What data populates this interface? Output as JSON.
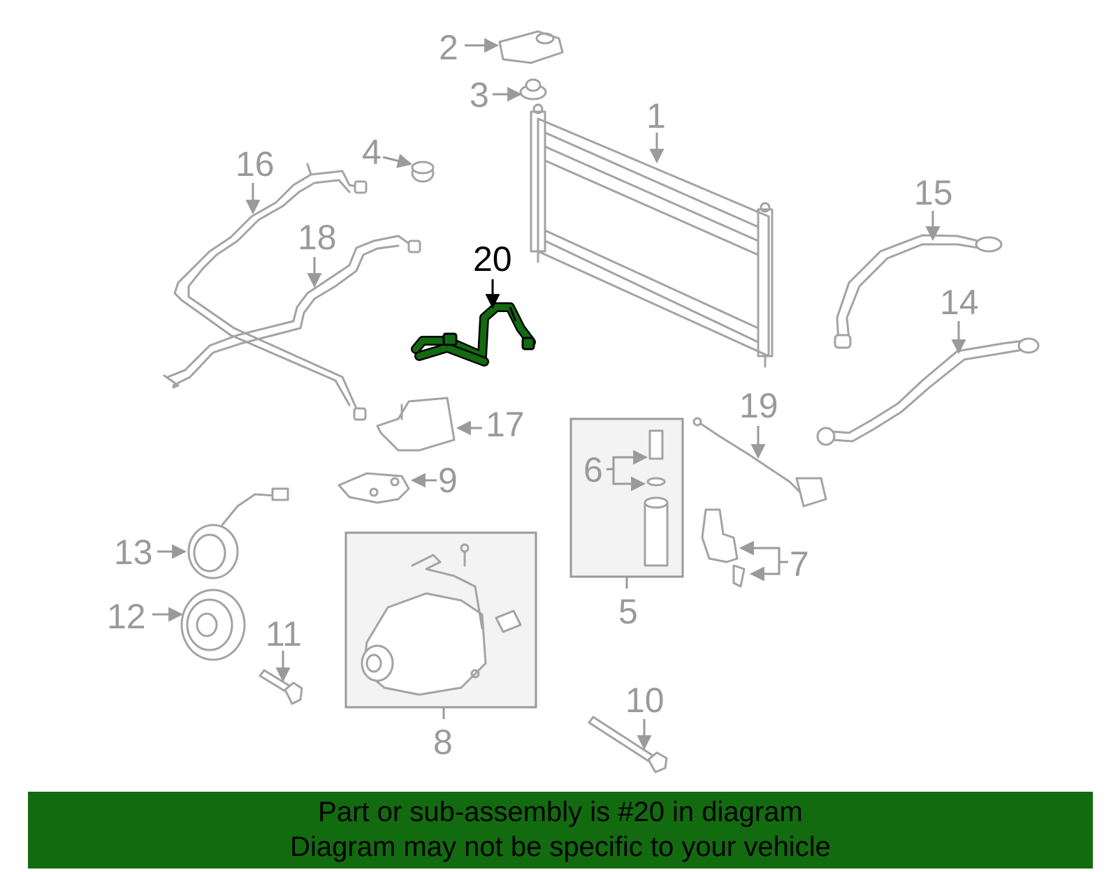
{
  "callouts": {
    "c1": "1",
    "c2": "2",
    "c3": "3",
    "c4": "4",
    "c5": "5",
    "c6": "6",
    "c7": "7",
    "c8": "8",
    "c9": "9",
    "c10": "10",
    "c11": "11",
    "c12": "12",
    "c13": "13",
    "c14": "14",
    "c15": "15",
    "c16": "16",
    "c17": "17",
    "c18": "18",
    "c19": "19",
    "c20": "20"
  },
  "highlight": {
    "part_number": "20",
    "color": "#136b10"
  },
  "banner": {
    "line1": "Part or sub-assembly is #20 in diagram",
    "line2": "Diagram may not be specific to your vehicle",
    "background": "#136b10"
  }
}
